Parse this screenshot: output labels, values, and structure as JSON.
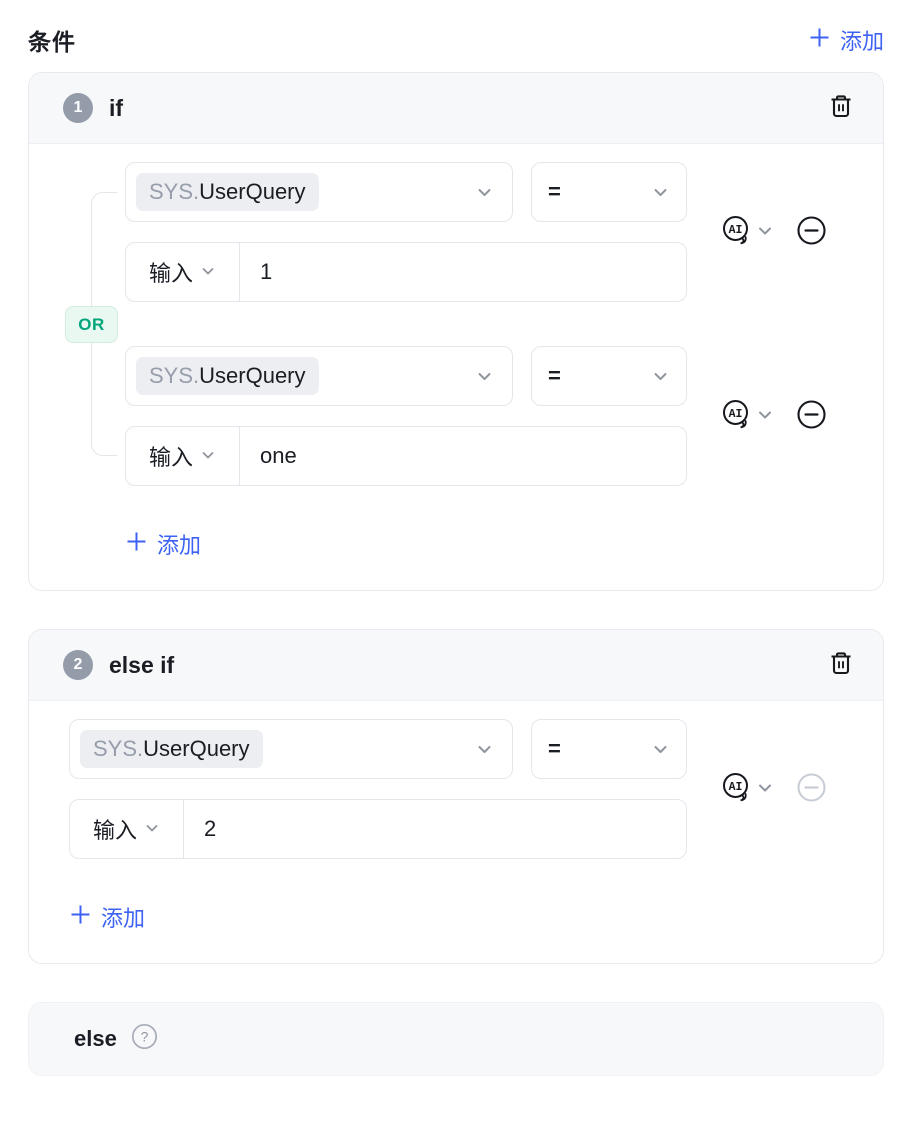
{
  "page": {
    "title": "条件",
    "add_label": "添加"
  },
  "branches": [
    {
      "index": "1",
      "label": "if",
      "logic_operator": "OR",
      "add_label": "添加",
      "conditions": [
        {
          "variable_prefix": "SYS.",
          "variable_name": "UserQuery",
          "operator": "=",
          "value_type_label": "输入",
          "value": "1"
        },
        {
          "variable_prefix": "SYS.",
          "variable_name": "UserQuery",
          "operator": "=",
          "value_type_label": "输入",
          "value": "one"
        }
      ]
    },
    {
      "index": "2",
      "label": "else if",
      "add_label": "添加",
      "conditions": [
        {
          "variable_prefix": "SYS.",
          "variable_name": "UserQuery",
          "operator": "=",
          "value_type_label": "输入",
          "value": "2"
        }
      ]
    }
  ],
  "else_branch": {
    "label": "else",
    "help_glyph": "?"
  },
  "icons": {
    "ai_label": "AI"
  },
  "colors": {
    "accent_blue": "#3e63f4",
    "or_green_text": "#00a57b",
    "or_green_bg": "#e9f8f1",
    "badge_gray": "#949caa",
    "border_gray": "#e4e6ec",
    "header_bg": "#f7f8fa"
  }
}
